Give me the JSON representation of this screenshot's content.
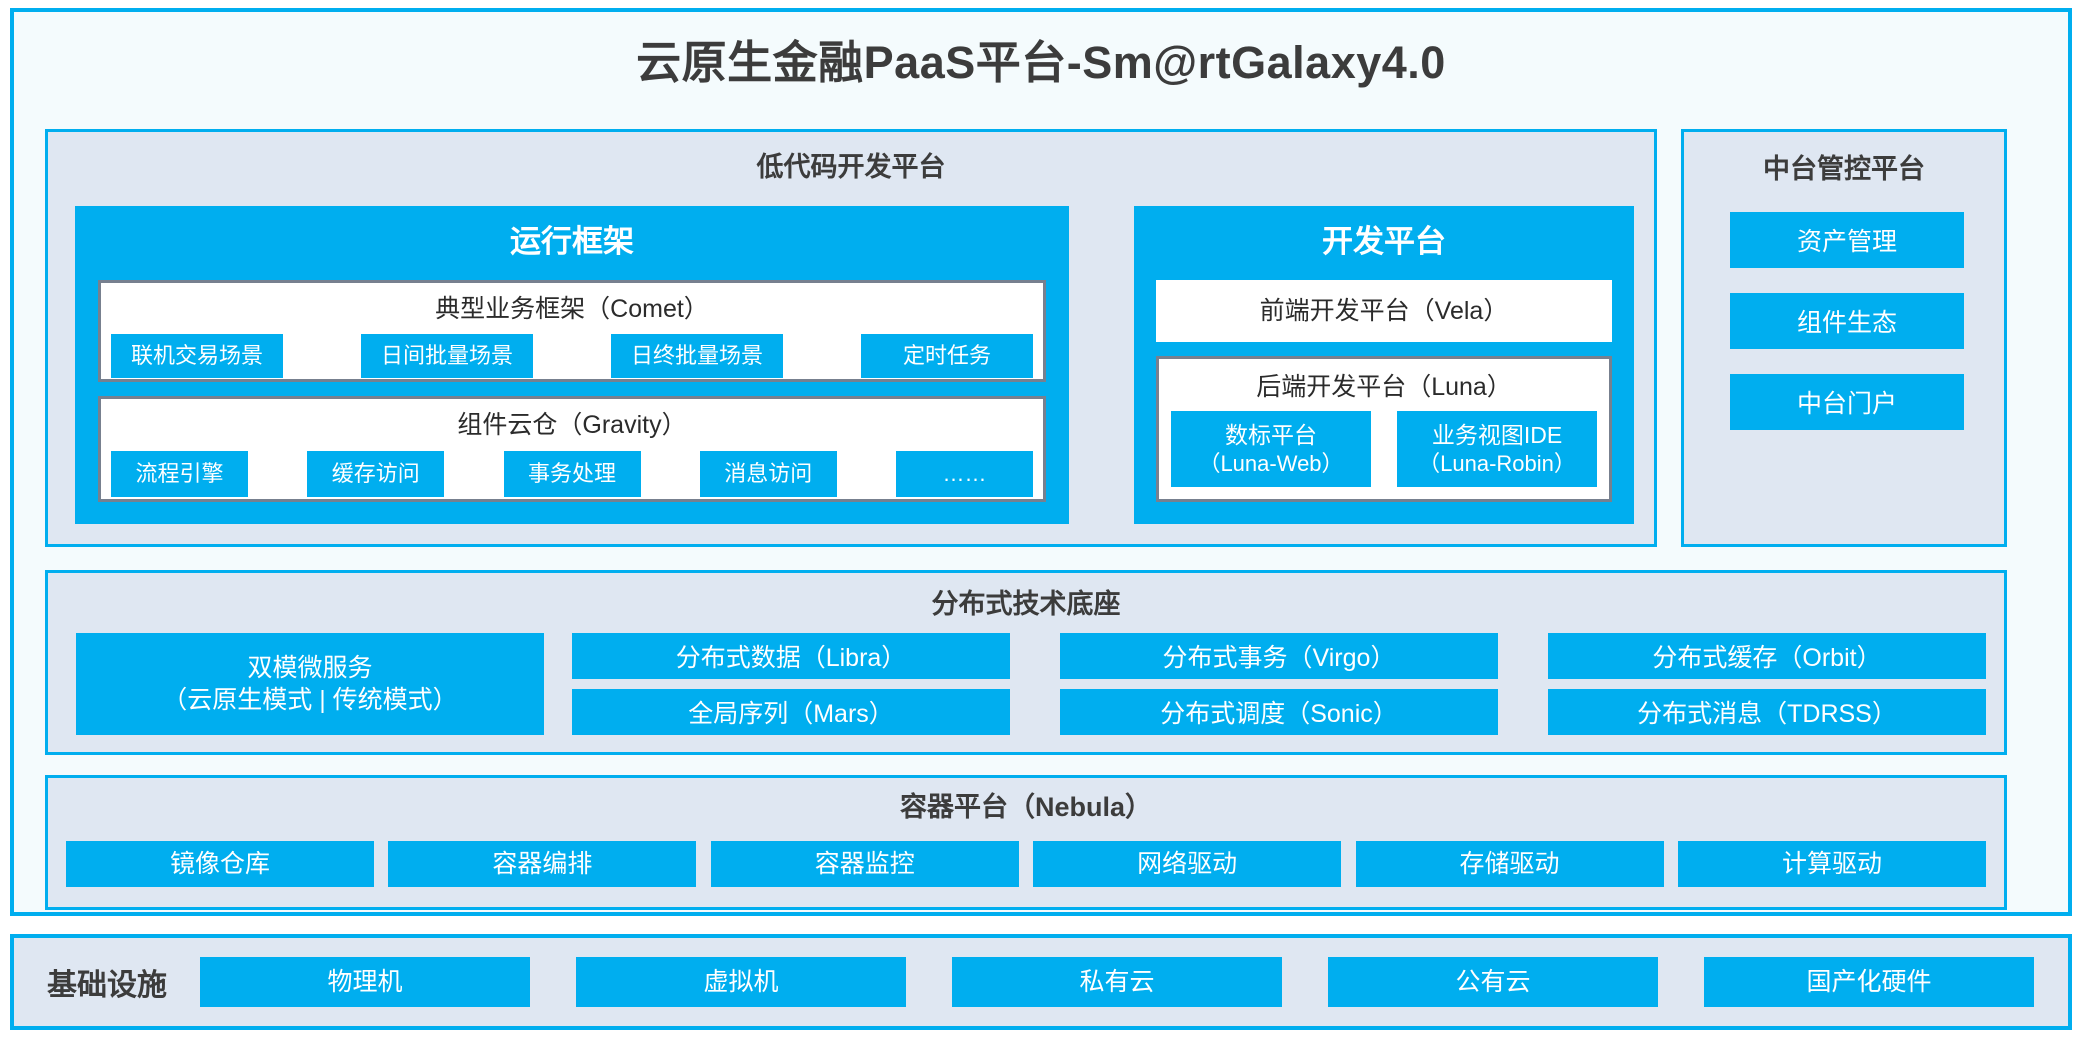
{
  "title": "云原生金融PaaS平台-Sm@rtGalaxy4.0",
  "lowcode": {
    "title": "低代码开发平台",
    "runtime_framework": {
      "title": "运行框架",
      "comet": {
        "title": "典型业务框架（Comet）",
        "chips": [
          "联机交易场景",
          "日间批量场景",
          "日终批量场景",
          "定时任务"
        ]
      },
      "gravity": {
        "title": "组件云仓（Gravity）",
        "chips": [
          "流程引擎",
          "缓存访问",
          "事务处理",
          "消息访问",
          "……"
        ]
      }
    },
    "dev_platform": {
      "title": "开发平台",
      "vela": {
        "title": "前端开发平台（Vela）"
      },
      "luna": {
        "title": "后端开发平台（Luna）",
        "chips": [
          {
            "line1": "数标平台",
            "line2": "（Luna-Web）"
          },
          {
            "line1": "业务视图IDE",
            "line2": "（Luna-Robin）"
          }
        ]
      }
    }
  },
  "midoffice": {
    "title": "中台管控平台",
    "items": [
      "资产管理",
      "组件生态",
      "中台门户"
    ]
  },
  "techbase": {
    "title": "分布式技术底座",
    "dual_mode": {
      "line1": "双模微服务",
      "line2": "（云原生模式 | 传统模式）"
    },
    "columns": [
      [
        "分布式数据（Libra）",
        "全局序列（Mars）"
      ],
      [
        "分布式事务（Virgo）",
        "分布式调度（Sonic）"
      ],
      [
        "分布式缓存（Orbit）",
        "分布式消息（TDRSS）"
      ]
    ]
  },
  "container": {
    "title": "容器平台（Nebula）",
    "chips": [
      "镜像仓库",
      "容器编排",
      "容器监控",
      "网络驱动",
      "存储驱动",
      "计算驱动"
    ]
  },
  "infrastructure": {
    "label": "基础设施",
    "chips": [
      "物理机",
      "虚拟机",
      "私有云",
      "公有云",
      "国产化硬件"
    ]
  },
  "colors": {
    "accent_blue": "#00AEEF",
    "panel_fill": "#dfe7f2",
    "frame_fill": "#f4fbfd",
    "card_border_gray": "#77808f",
    "text_dark": "#3c3c3c"
  }
}
